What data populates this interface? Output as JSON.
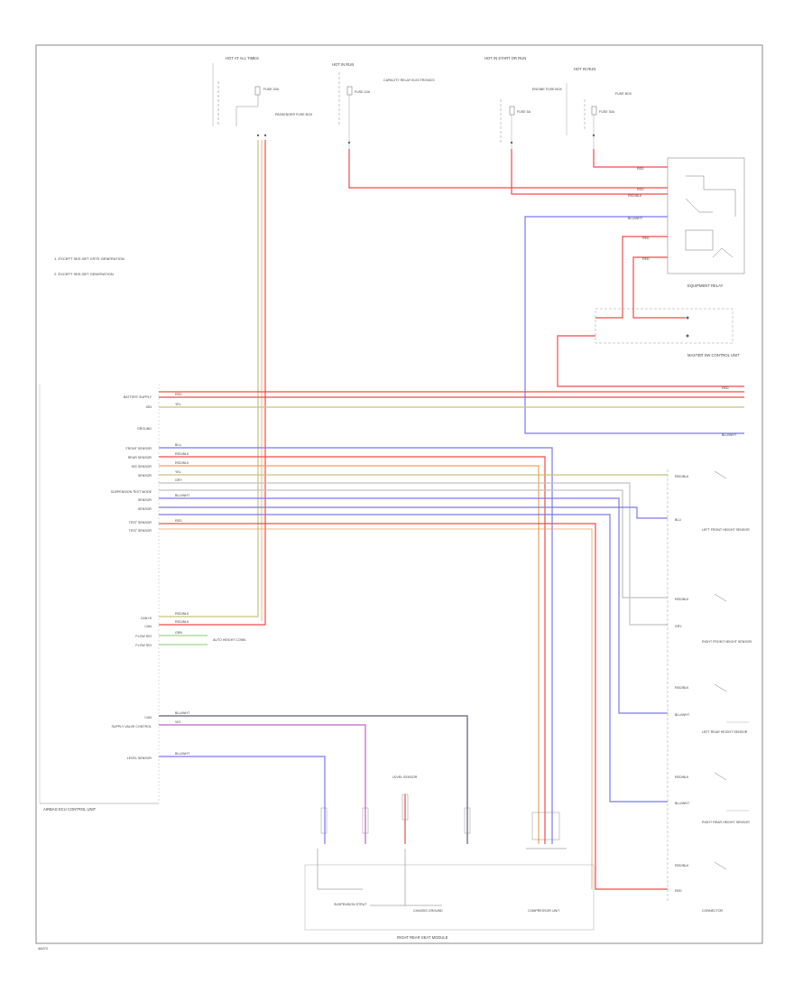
{
  "page_id": "48472",
  "notes": [
    "1. EXCEPT SEE-SET CRTE GENERATION",
    "2. EXCEPT SEE-SET GENERATION"
  ],
  "fuses": {
    "f1": {
      "caption": "HOT AT ALL TIMES",
      "fuse": "FUSE 20A",
      "desc": "PASSENGER FUSE BOX"
    },
    "f2": {
      "caption": "HOT IN RUN",
      "fuse": "FUSE 10A",
      "desc": "CAPACITY RELAY ELECTRONICS"
    },
    "f3": {
      "caption": "HOT IN START OR RUN",
      "fuse": "FUSE 5A",
      "desc": "ENGINE FUSE BOX"
    },
    "f4": {
      "caption": "HOT IN RUN",
      "fuse": "FUSE 30A",
      "desc": "FUSE BOX"
    }
  },
  "components": {
    "relay": "EQUIPMENT RELAY",
    "right_cover": "MASTER SW CONTROL UNIT",
    "module_left": "AIRBAG ECU CONTROL UNIT",
    "module_note": "AUTO HEIGHT CONN.",
    "sensor_front_left": "LEFT FRONT HEIGHT SENSOR",
    "sensor_front_right": "RIGHT FRONT HEIGHT SENSOR",
    "sensor_rear_left": "LEFT REAR HEIGHT SENSOR",
    "sensor_rear_right": "RIGHT REAR HEIGHT SENSOR",
    "comp_shock": "SUSPENSION STRUT",
    "comp_pump": "LEVEL SENSOR",
    "comp_compressor": "COMPRESSOR UNIT",
    "ground": "CHASSIS GROUND",
    "bottom_box": "RIGHT REAR SEAT MODULE",
    "connector_right": "CONNECTOR"
  },
  "pins": {
    "group_a": [
      "BATTERY SUPPLY",
      "IGN",
      "GROUND",
      "FRONT SENSOR",
      "REAR SENSOR",
      "SIG SENSOR",
      "SENSOR",
      "SUSPENSION TEST MODE",
      "SENSOR",
      "SENSOR",
      "TEST SENSOR",
      "TEST SENSOR"
    ],
    "group_b": [
      "CAN HI",
      "CAN",
      "FLOW SIG",
      "FLOW SIG"
    ],
    "group_c": [
      "CAN",
      "SUPPLY VALVE CONTROL",
      "LEVEL SENSOR"
    ]
  },
  "wire_labels": {
    "red": "RED",
    "yellow": "YEL",
    "blue": "BLU",
    "grey": "GRY",
    "red_blk": "RED/BLK",
    "blu_wht": "BLU/WHT",
    "grn": "GRN",
    "violet": "VIO"
  },
  "colors": {
    "red": "#f44a4a",
    "yellow": "#c9c27a",
    "blue": "#7a78f2",
    "grey": "#c2c2c2",
    "orange": "#f0a060",
    "green": "#9ed68a",
    "violet": "#c060c8",
    "dark": "#5b5b7a",
    "frame": "#777777"
  }
}
